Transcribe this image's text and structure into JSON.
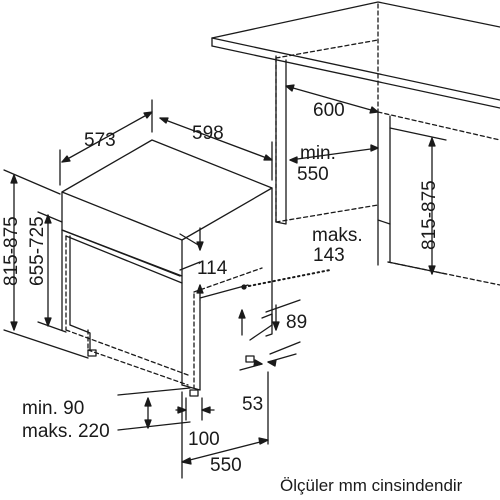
{
  "labels": {
    "dim_573": "573",
    "dim_598": "598",
    "dim_600": "600",
    "min_label": "min.",
    "dim_550_top": "550",
    "maks_label": "maks.",
    "dim_143": "143",
    "dim_114": "114",
    "dim_89": "89",
    "dim_53": "53",
    "min_90": "min. 90",
    "maks_220": "maks. 220",
    "dim_100": "100",
    "dim_550_bottom": "550",
    "height_815_875_left": "815-875",
    "height_655_725": "655-725",
    "height_815_875_right": "815-875"
  },
  "footer": {
    "note": "Ölçüler mm cinsindendir"
  },
  "colors": {
    "line": "#1a1a1a",
    "background": "#ffffff"
  }
}
